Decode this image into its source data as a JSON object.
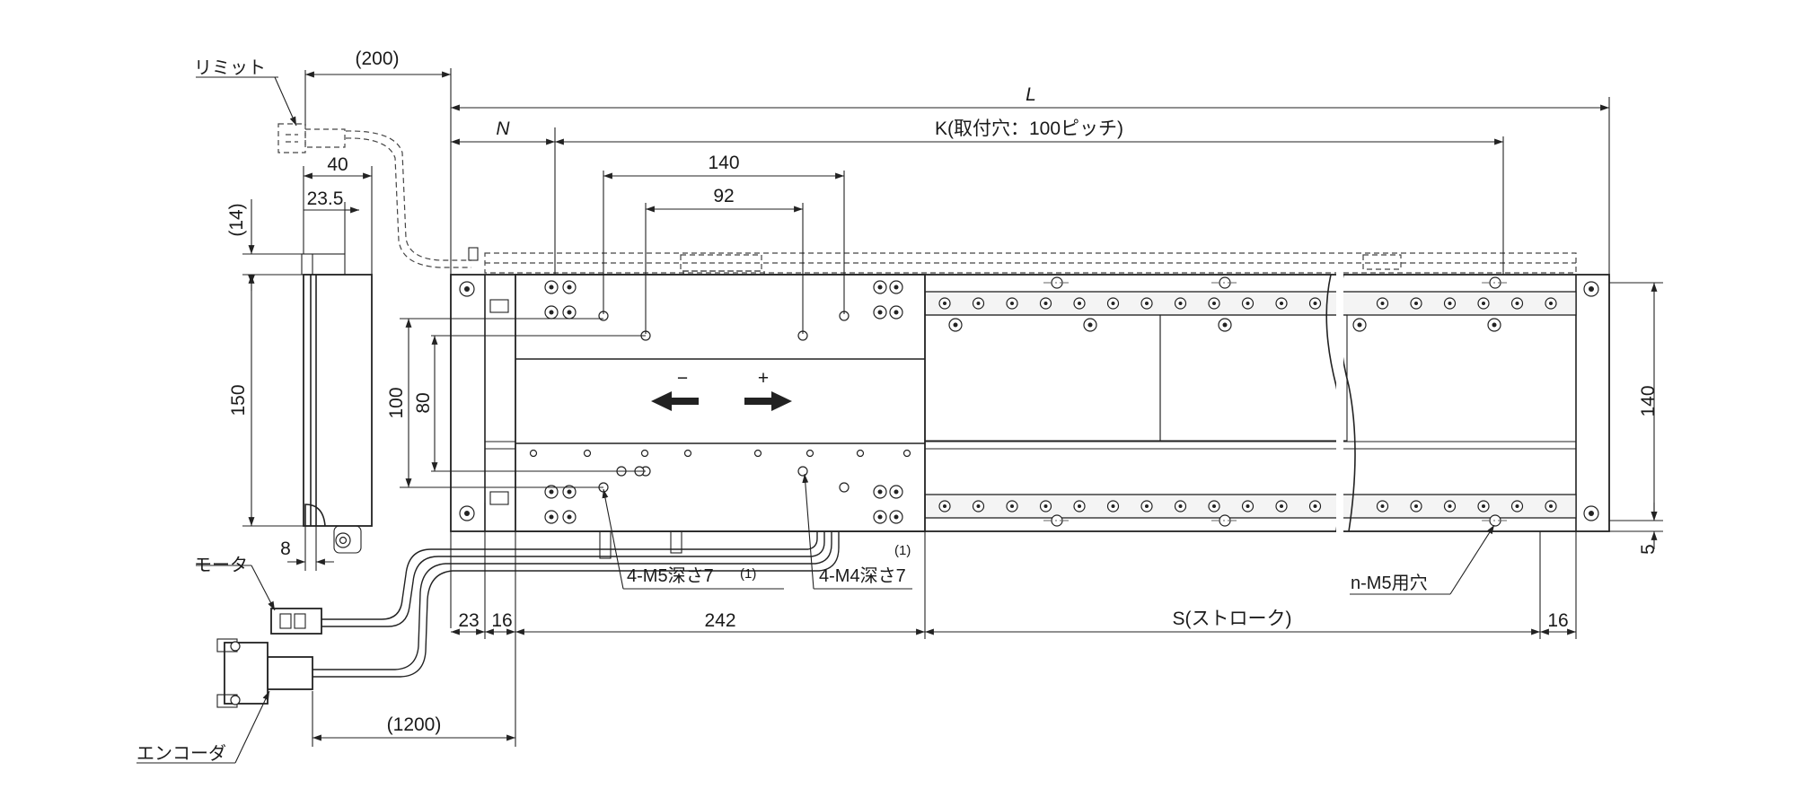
{
  "drawing": {
    "labels": {
      "limit": "リミット",
      "motor": "モータ",
      "encoder": "エンコーダ",
      "hole_m5": "n-M5用穴",
      "tap_m5": "4-M5深さ7",
      "tap_m4": "4-M4深さ7",
      "note_1a": "(1)",
      "note_1b": "(1)"
    },
    "dimensions": {
      "limit_cable": "(200)",
      "overall_length": "L",
      "n": "N",
      "k": "K(取付穴：100ピッチ)",
      "d140_top": "140",
      "d92": "92",
      "d40": "40",
      "d23_5": "23.5",
      "d14": "(14)",
      "d150": "150",
      "d100": "100",
      "d80": "80",
      "d8": "8",
      "d23": "23",
      "d16_left": "16",
      "d242": "242",
      "stroke": "S(ストローク)",
      "d16_right": "16",
      "d140_right": "140",
      "d5": "5",
      "d1200": "(1200)"
    },
    "slider_signs": {
      "minus": "−",
      "plus": "+"
    }
  }
}
